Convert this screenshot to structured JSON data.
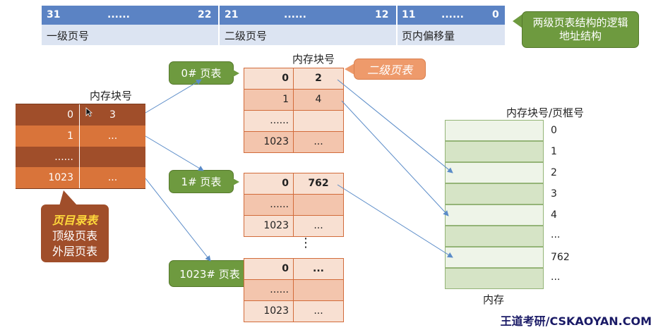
{
  "address_format": {
    "segments": [
      {
        "high": "31",
        "dots": "......",
        "low": "22",
        "label": "一级页号"
      },
      {
        "high": "21",
        "dots": "......",
        "low": "12",
        "label": "二级页号"
      },
      {
        "high": "11",
        "dots": "......",
        "low": "0",
        "label": "页内偏移量"
      }
    ],
    "note": "两级页表结构的逻辑地址结构"
  },
  "page_directory": {
    "header": "内存块号",
    "rows": [
      {
        "index": "0",
        "block": "3"
      },
      {
        "index": "1",
        "block": "..."
      },
      {
        "index": "......",
        "block": ""
      },
      {
        "index": "1023",
        "block": "..."
      }
    ],
    "callout": {
      "title": "页目录表",
      "line2": "顶级页表",
      "line3": "外层页表"
    }
  },
  "second_level": {
    "header": "内存块号",
    "tag": "二级页表",
    "tables": [
      {
        "label": "0# 页表",
        "rows": [
          {
            "index": "0",
            "block": "2"
          },
          {
            "index": "1",
            "block": "4"
          },
          {
            "index": "......",
            "block": ""
          },
          {
            "index": "1023",
            "block": "..."
          }
        ]
      },
      {
        "label": "1# 页表",
        "rows": [
          {
            "index": "0",
            "block": "762"
          },
          {
            "index": "......",
            "block": ""
          },
          {
            "index": "1023",
            "block": "..."
          }
        ]
      },
      {
        "label": "1023# 页表",
        "rows": [
          {
            "index": "0",
            "block": "..."
          },
          {
            "index": "......",
            "block": ""
          },
          {
            "index": "1023",
            "block": "..."
          }
        ]
      }
    ],
    "vdots": "⋮"
  },
  "memory": {
    "header": "内存块号/页框号",
    "labels": [
      "0",
      "1",
      "2",
      "3",
      "4",
      "...",
      "762",
      "..."
    ],
    "caption": "内存"
  },
  "footer": "王道考研/CSKAOYAN.COM",
  "colors": {
    "dir_dark": "#a04e2a",
    "dir_light": "#d9743a",
    "pt_border": "#d26b3a",
    "green": "#6e9a3f",
    "blue": "#5b83c4"
  }
}
